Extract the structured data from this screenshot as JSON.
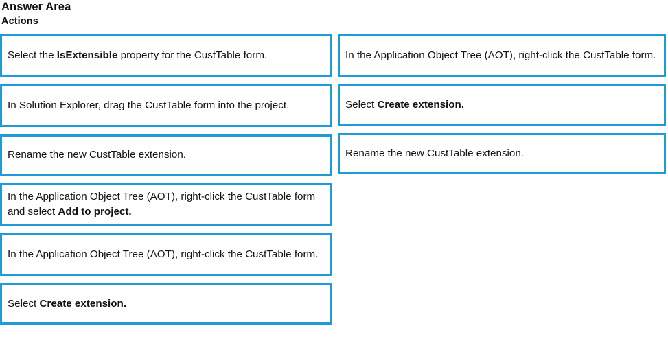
{
  "header": {
    "answer_area": "Answer Area",
    "actions": "Actions"
  },
  "colors": {
    "box_border": "#1f9bd7",
    "box_fill": "#ffffff",
    "text": "#141414",
    "page_background": "#ffffff"
  },
  "left_column": {
    "items": [
      {
        "id": "left-action-1",
        "lines": 2,
        "parts": [
          {
            "text": "Select the ",
            "bold": false
          },
          {
            "text": "IsExtensible",
            "bold": true
          },
          {
            "text": " property for the CustTable form.",
            "bold": false
          }
        ],
        "plain": "Select the IsExtensible property for the CustTable form."
      },
      {
        "id": "left-action-2",
        "lines": 2,
        "parts": [
          {
            "text": "In Solution Explorer, drag the CustTable form into the project.",
            "bold": false
          }
        ],
        "plain": "In Solution Explorer, drag the CustTable form into the project."
      },
      {
        "id": "left-action-3",
        "lines": 1,
        "parts": [
          {
            "text": "Rename the new CustTable extension.",
            "bold": false
          }
        ],
        "plain": "Rename the new CustTable extension."
      },
      {
        "id": "left-action-4",
        "lines": 2,
        "parts": [
          {
            "text": "In the Application Object Tree (AOT), right-click the CustTable form and select ",
            "bold": false
          },
          {
            "text": "Add to project.",
            "bold": true
          }
        ],
        "plain": "In the Application Object Tree (AOT), right-click the CustTable form and select Add to project."
      },
      {
        "id": "left-action-5",
        "lines": 2,
        "parts": [
          {
            "text": "In the Application Object Tree (AOT), right-click the CustTable form.",
            "bold": false
          }
        ],
        "plain": "In the Application Object Tree (AOT), right-click the CustTable form."
      },
      {
        "id": "left-action-6",
        "lines": 1,
        "parts": [
          {
            "text": "Select ",
            "bold": false
          },
          {
            "text": "Create extension.",
            "bold": true
          }
        ],
        "plain": "Select Create extension."
      }
    ]
  },
  "right_column": {
    "items": [
      {
        "id": "right-action-1",
        "lines": 2,
        "parts": [
          {
            "text": "In the Application Object Tree (AOT), right-click the CustTable form.",
            "bold": false
          }
        ],
        "plain": "In the Application Object Tree (AOT), right-click the CustTable form."
      },
      {
        "id": "right-action-2",
        "lines": 1,
        "parts": [
          {
            "text": "Select ",
            "bold": false
          },
          {
            "text": "Create extension.",
            "bold": true
          }
        ],
        "plain": "Select Create extension."
      },
      {
        "id": "right-action-3",
        "lines": 1,
        "parts": [
          {
            "text": "Rename the new CustTable extension.",
            "bold": false
          }
        ],
        "plain": "Rename the new CustTable extension."
      }
    ]
  }
}
